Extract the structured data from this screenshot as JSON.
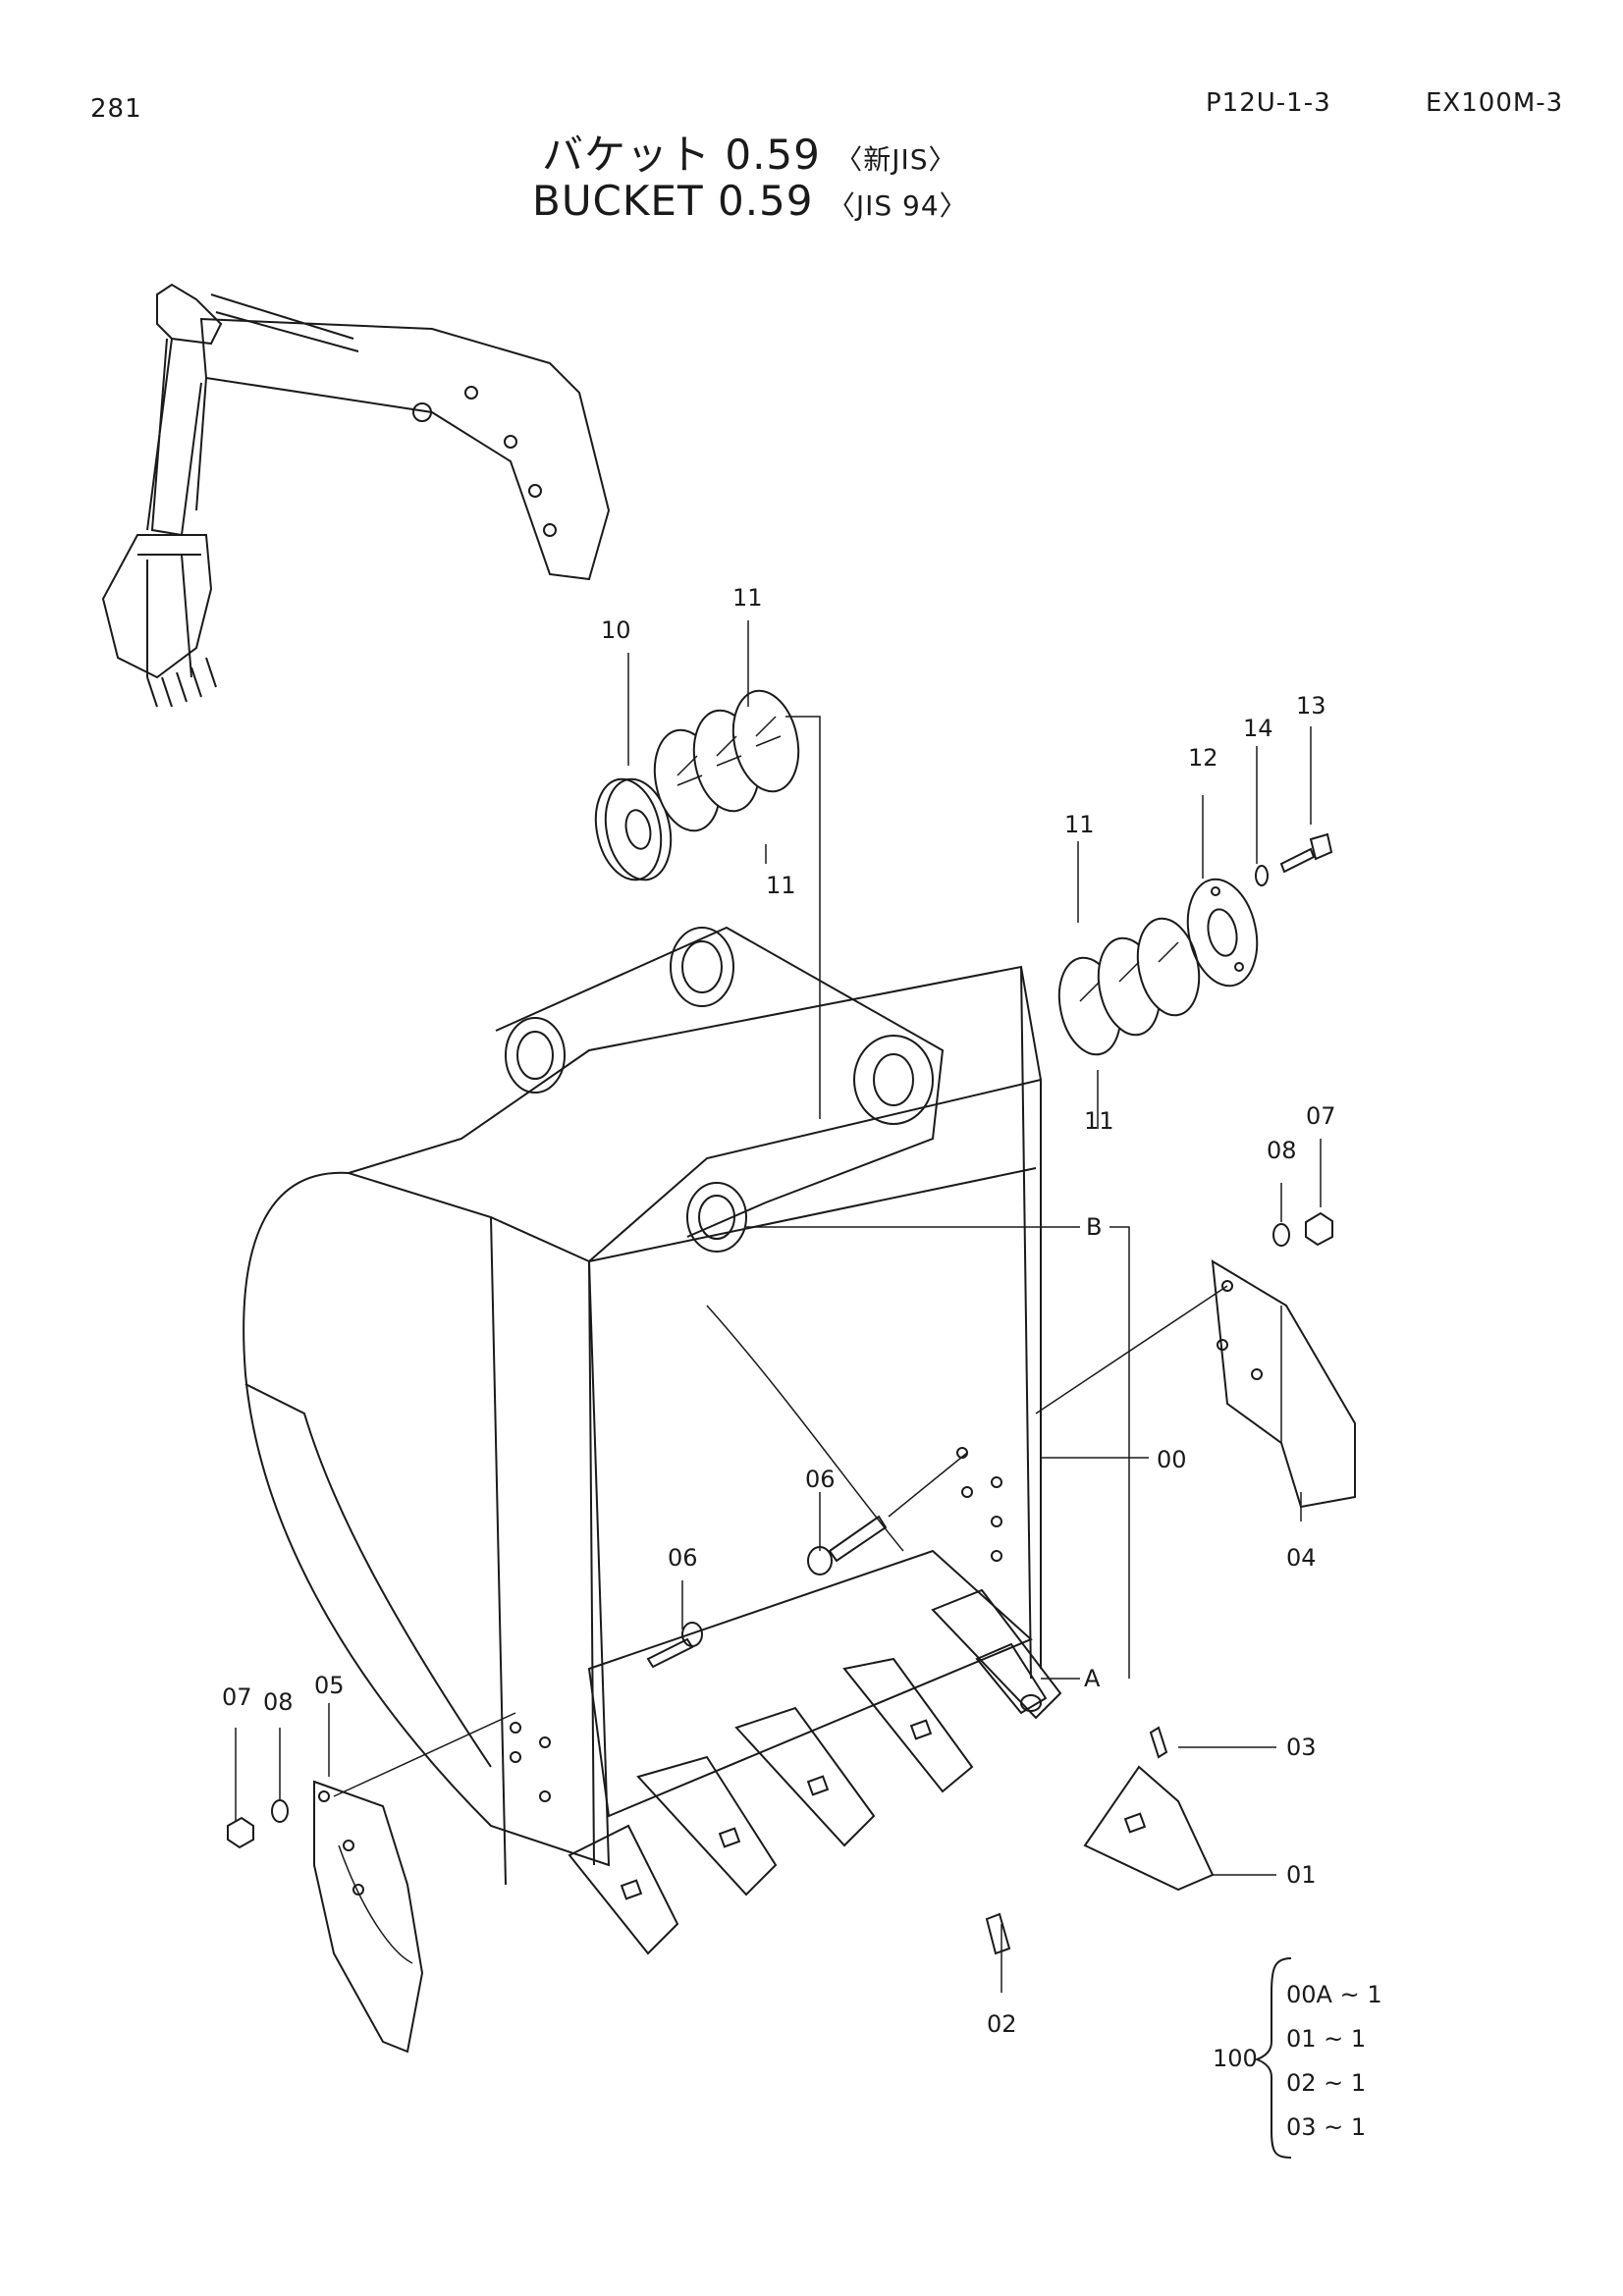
{
  "page": {
    "page_number": "281",
    "doc_code": "P12U-1-3",
    "model": "EX100M-3"
  },
  "title": {
    "jp_name": "バケット 0.59",
    "jp_std": "〈新JIS〉",
    "en_name": "BUCKET 0.59",
    "en_std": "〈JIS 94〉"
  },
  "callouts": {
    "p00": "00",
    "p01": "01",
    "p02": "02",
    "p03": "03",
    "p04": "04",
    "p05": "05",
    "p06a": "06",
    "p06b": "06",
    "p07a": "07",
    "p07b": "07",
    "p08a": "08",
    "p08b": "08",
    "p10": "10",
    "p11a": "11",
    "p11b": "11",
    "p11c": "11",
    "p11d": "11",
    "p12": "12",
    "p13": "13",
    "p14": "14",
    "ref_a": "A",
    "ref_b": "B"
  },
  "kit": {
    "number": "100",
    "items": [
      "00A ~ 1",
      "01  ~ 1",
      "02  ~ 1",
      "03  ~ 1"
    ]
  }
}
